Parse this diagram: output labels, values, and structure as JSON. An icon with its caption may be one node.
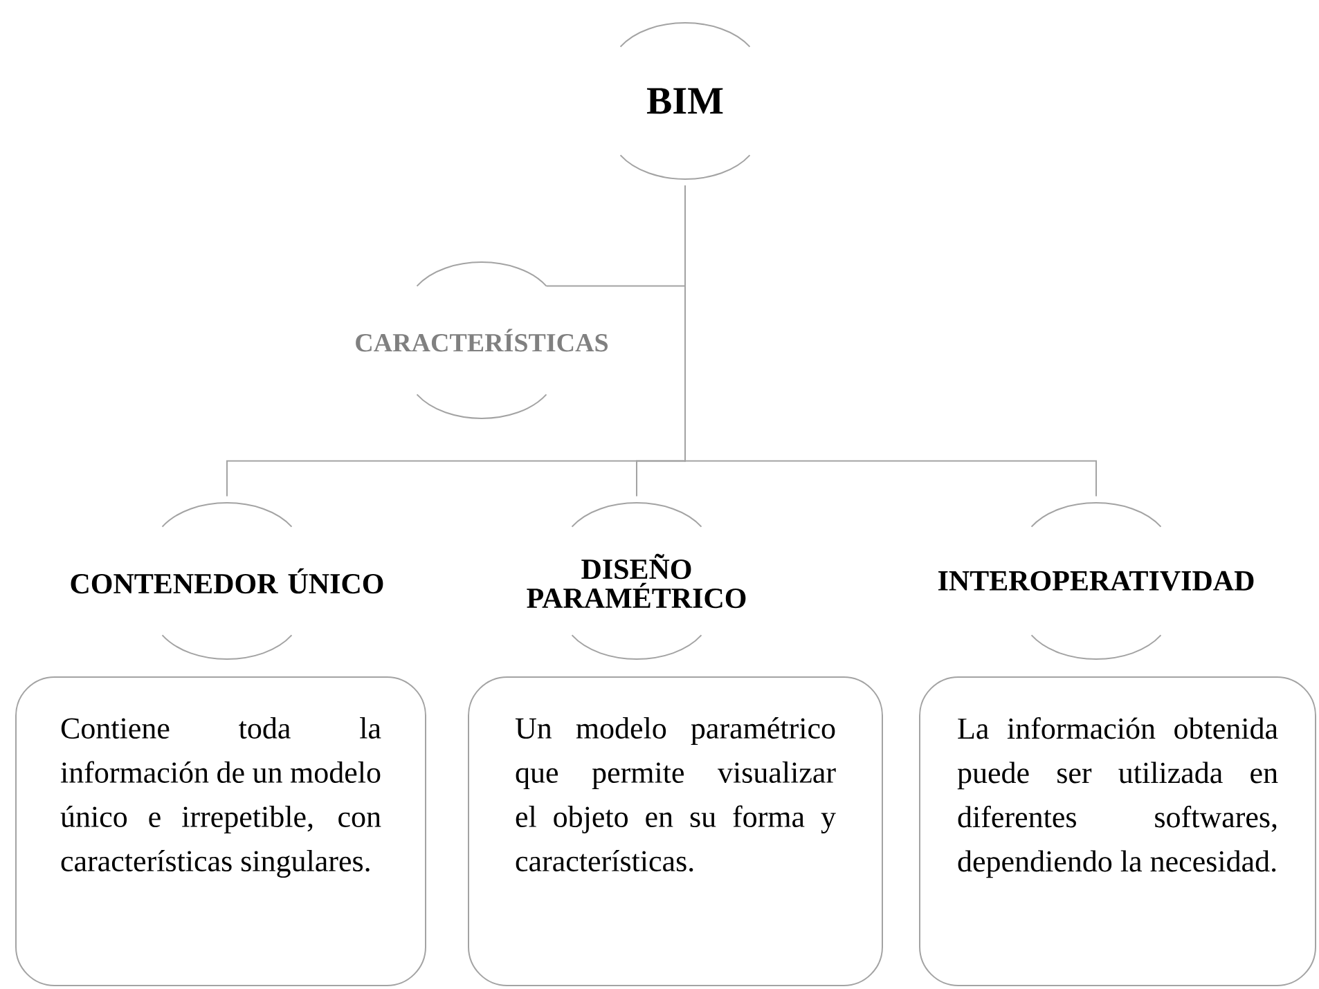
{
  "diagram": {
    "nodes": [
      {
        "text": [
          "BIM"
        ]
      },
      {
        "text": [
          "CARACTERÍSTICAS"
        ]
      },
      {
        "text": [
          "CONTENEDOR ÚNICO"
        ]
      },
      {
        "text": [
          "DISEÑO PARAMÉTRICO"
        ]
      },
      {
        "text": [
          "INTEROPERATIVIDAD"
        ]
      },
      {
        "text": [
          "Contiene toda la información de un modelo único e irrepetible, con características singulares."
        ]
      },
      {
        "text": [
          "Un modelo paramétrico que permite visualizar el objeto en su forma y características."
        ]
      },
      {
        "text": [
          "La información obtenida puede ser utilizada en diferentes softwares, dependiendo la necesidad."
        ]
      }
    ],
    "edges": [
      {
        "from": 0,
        "to": 1,
        "arrow": "none"
      },
      {
        "from": 0,
        "to": 2,
        "arrow": "none"
      },
      {
        "from": 0,
        "to": 3,
        "arrow": "none"
      },
      {
        "from": 0,
        "to": 4,
        "arrow": "none"
      }
    ]
  }
}
